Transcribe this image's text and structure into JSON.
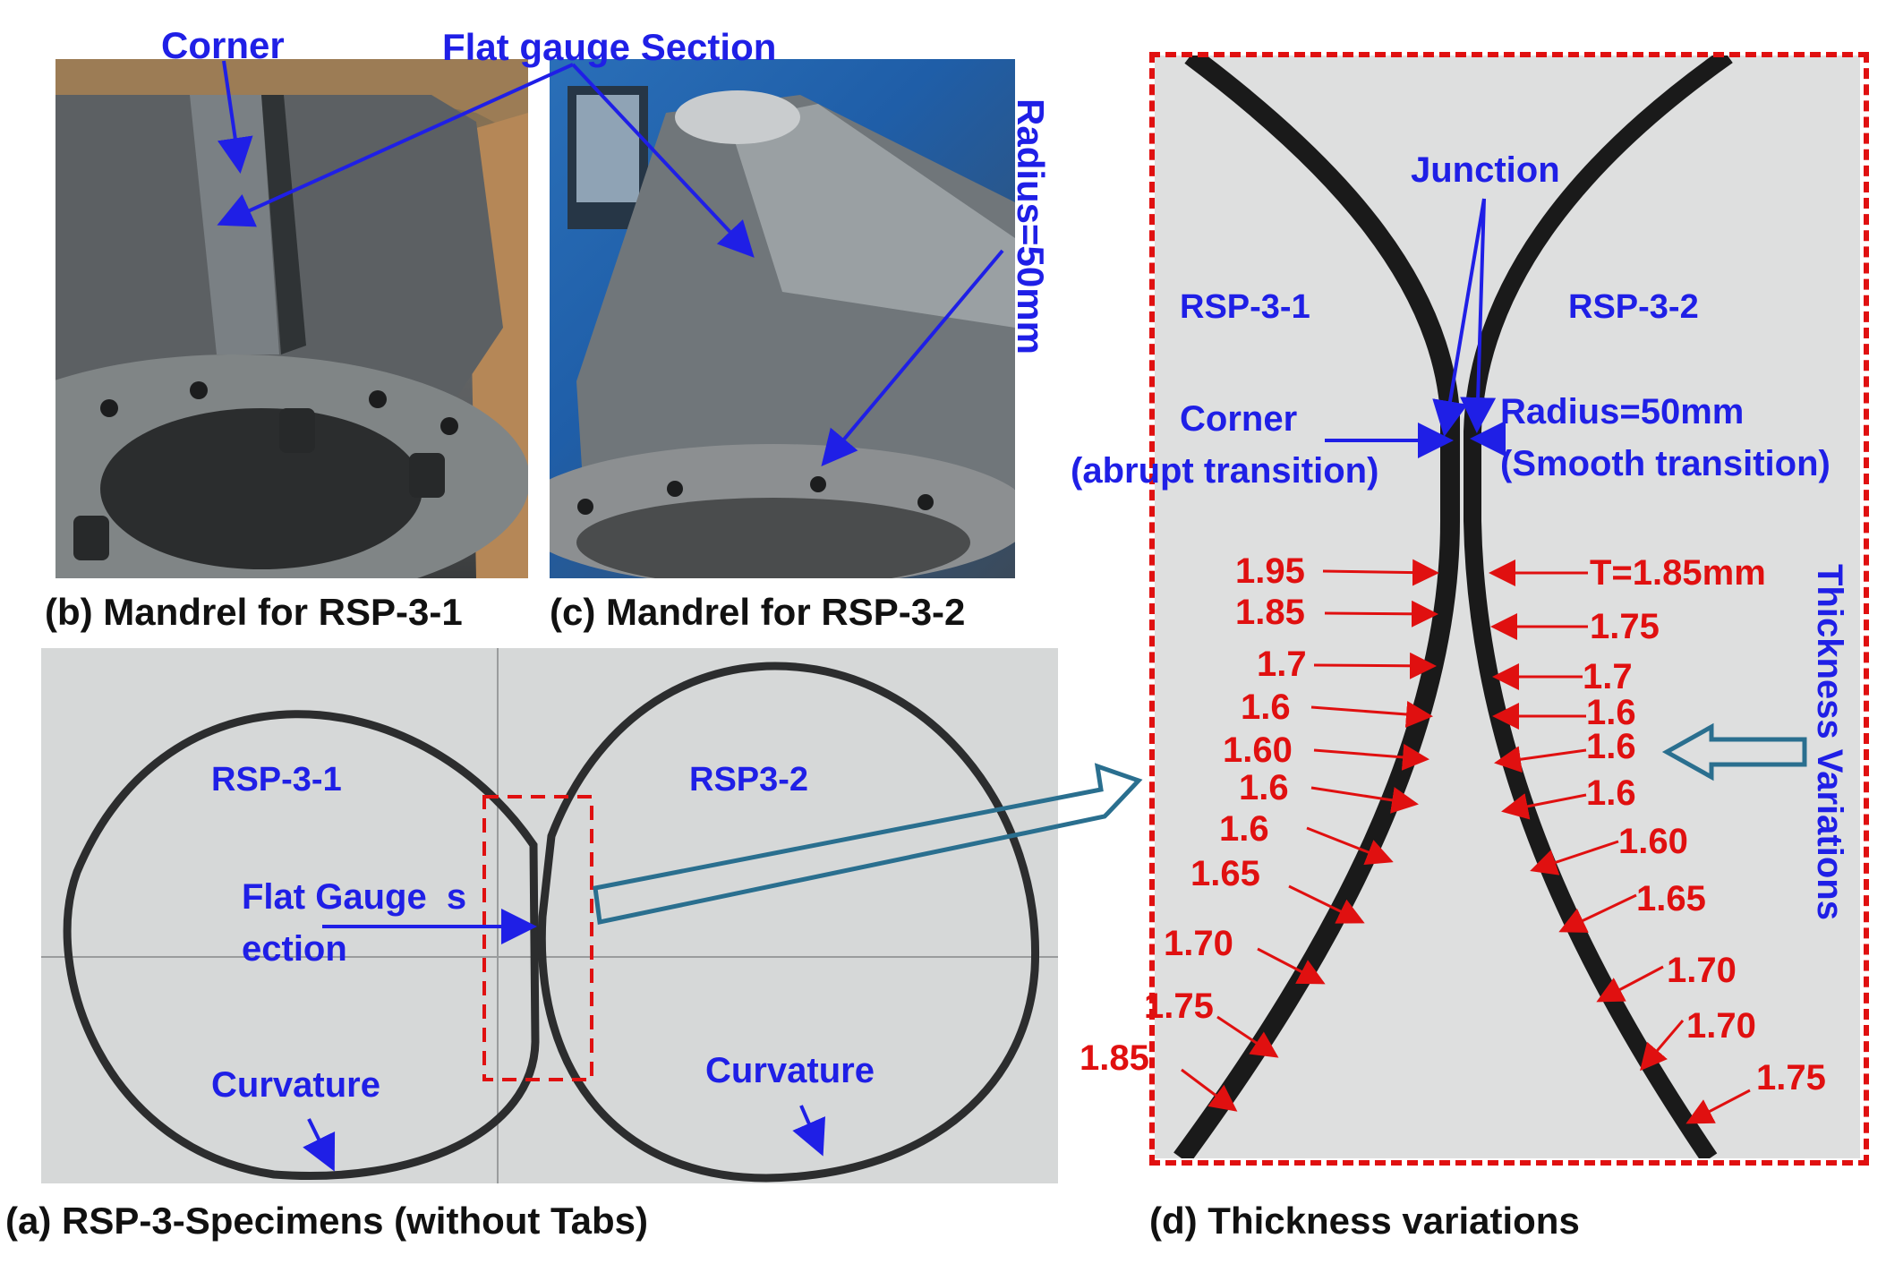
{
  "panels": {
    "b": {
      "caption": "(b) Mandrel for RSP-3-1",
      "labels": {
        "corner": "Corner",
        "flat_gauge": "Flat gauge Section"
      }
    },
    "c": {
      "caption": "(c) Mandrel for RSP-3-2",
      "labels": {
        "radius": "Radius=50mm"
      }
    },
    "a": {
      "caption": "(a) RSP-3-Specimens (without Tabs)",
      "labels": {
        "left_specimen": "RSP-3-1",
        "right_specimen": "RSP3-2",
        "flat_gauge_line1": "Flat Gauge  s",
        "flat_gauge_line2": "ection",
        "curvature_left": "Curvature",
        "curvature_right": "Curvature"
      }
    },
    "d": {
      "caption": "(d) Thickness variations",
      "labels": {
        "junction": "Junction",
        "left_specimen": "RSP-3-1",
        "right_specimen": "RSP-3-2",
        "corner": "Corner",
        "corner_note": "(abrupt transition)",
        "radius": "Radius=50mm",
        "radius_note": "(Smooth transition)",
        "thickness_variations": "Thickness Variations"
      },
      "left_thickness": [
        "1.95",
        "1.85",
        "1.7",
        "1.6",
        "1.60",
        "1.6",
        "1.6",
        "1.65",
        "1.70",
        "1.75",
        "1.85"
      ],
      "right_thickness": [
        "T=1.85mm",
        "1.75",
        "1.7",
        "1.6",
        "1.6",
        "1.6",
        "1.60",
        "1.65",
        "1.70",
        "1.70",
        "1.75"
      ]
    }
  },
  "colors": {
    "annotation_blue": "#1f1fe6",
    "value_red": "#e01010",
    "dashed_box_red": "#e01010",
    "arrow_teal": "#2a6f8f"
  }
}
